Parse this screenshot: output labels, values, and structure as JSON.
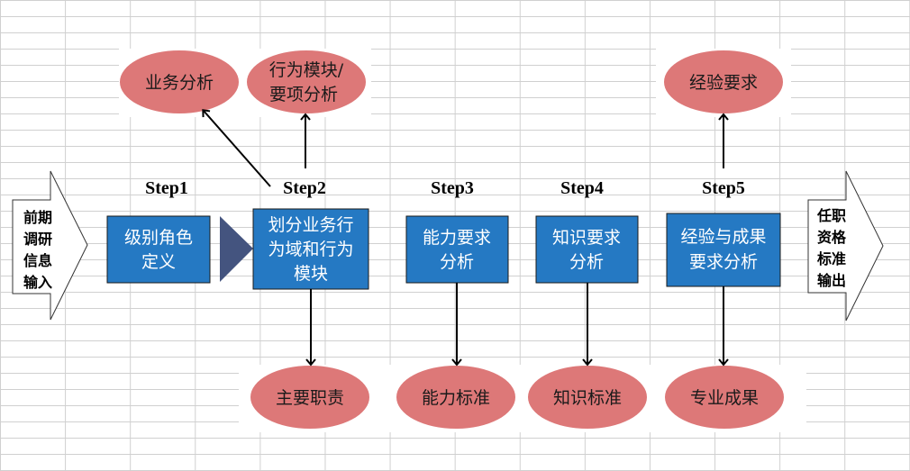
{
  "colors": {
    "box_fill": "#2579c3",
    "box_border": "#1a1a1a",
    "ellipse_fill": "#dd7878",
    "connector_triangle": "#44547f",
    "grid_line": "#d0d0d0"
  },
  "input_arrow": {
    "lines": [
      "前期",
      "调研",
      "信息",
      "输入"
    ]
  },
  "output_arrow": {
    "lines": [
      "任职",
      "资格",
      "标准",
      "输出"
    ]
  },
  "steps": [
    {
      "label": "Step1",
      "box_lines": [
        "级别角色",
        "定义"
      ]
    },
    {
      "label": "Step2",
      "box_lines": [
        "划分业务行",
        "为域和行为",
        "模块"
      ]
    },
    {
      "label": "Step3",
      "box_lines": [
        "能力要求",
        "分析"
      ]
    },
    {
      "label": "Step4",
      "box_lines": [
        "知识要求",
        "分析"
      ]
    },
    {
      "label": "Step5",
      "box_lines": [
        "经验与成果",
        "要求分析"
      ]
    }
  ],
  "top_ellipses": [
    {
      "lines": [
        "业务分析"
      ],
      "from_step": "Step2"
    },
    {
      "lines": [
        "行为模块/",
        "要项分析"
      ],
      "from_step": "Step2"
    },
    {
      "lines": [
        "经验要求"
      ],
      "from_step": "Step5"
    }
  ],
  "bottom_ellipses": [
    {
      "lines": [
        "主要职责"
      ],
      "from_step": "Step2"
    },
    {
      "lines": [
        "能力标准"
      ],
      "from_step": "Step3"
    },
    {
      "lines": [
        "知识标准"
      ],
      "from_step": "Step4"
    },
    {
      "lines": [
        "专业成果"
      ],
      "from_step": "Step5"
    }
  ]
}
